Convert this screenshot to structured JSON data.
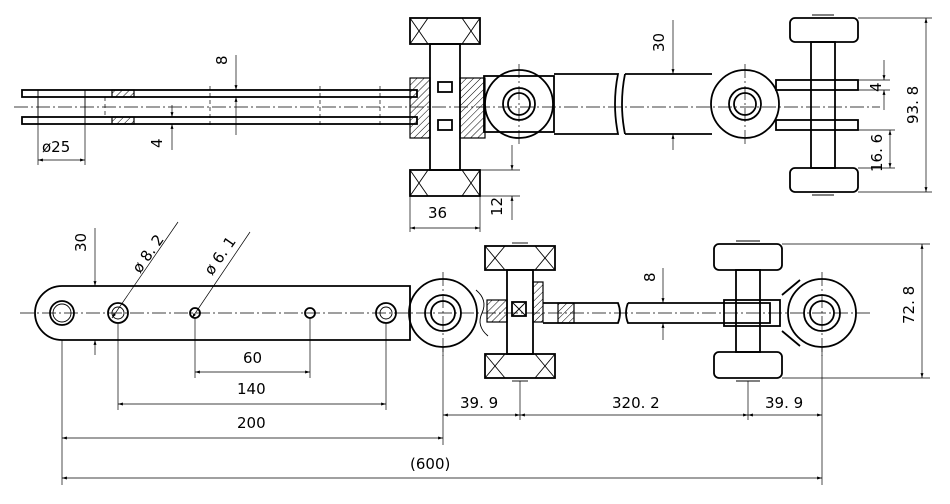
{
  "dimensions": {
    "top_thickness_8": "8",
    "top_plate_4": "4",
    "top_bore_25": "ø25",
    "top_roller_36": "36",
    "top_offset_12": "12",
    "top_link_30": "30",
    "top_small_4": "4",
    "top_height_93_8": "93. 8",
    "top_height_16_6": "16. 6",
    "bottom_link_30": "30",
    "bottom_hole_8_2": "ø 8. 2",
    "bottom_hole_6_1": "ø 6. 1",
    "bottom_60": "60",
    "bottom_140": "140",
    "bottom_200": "200",
    "bottom_total_600": "(600)",
    "bottom_39_9_left": "39. 9",
    "bottom_320_2": "320. 2",
    "bottom_39_9_right": "39. 9",
    "bottom_bar_8": "8",
    "bottom_height_72_8": "72. 8"
  }
}
